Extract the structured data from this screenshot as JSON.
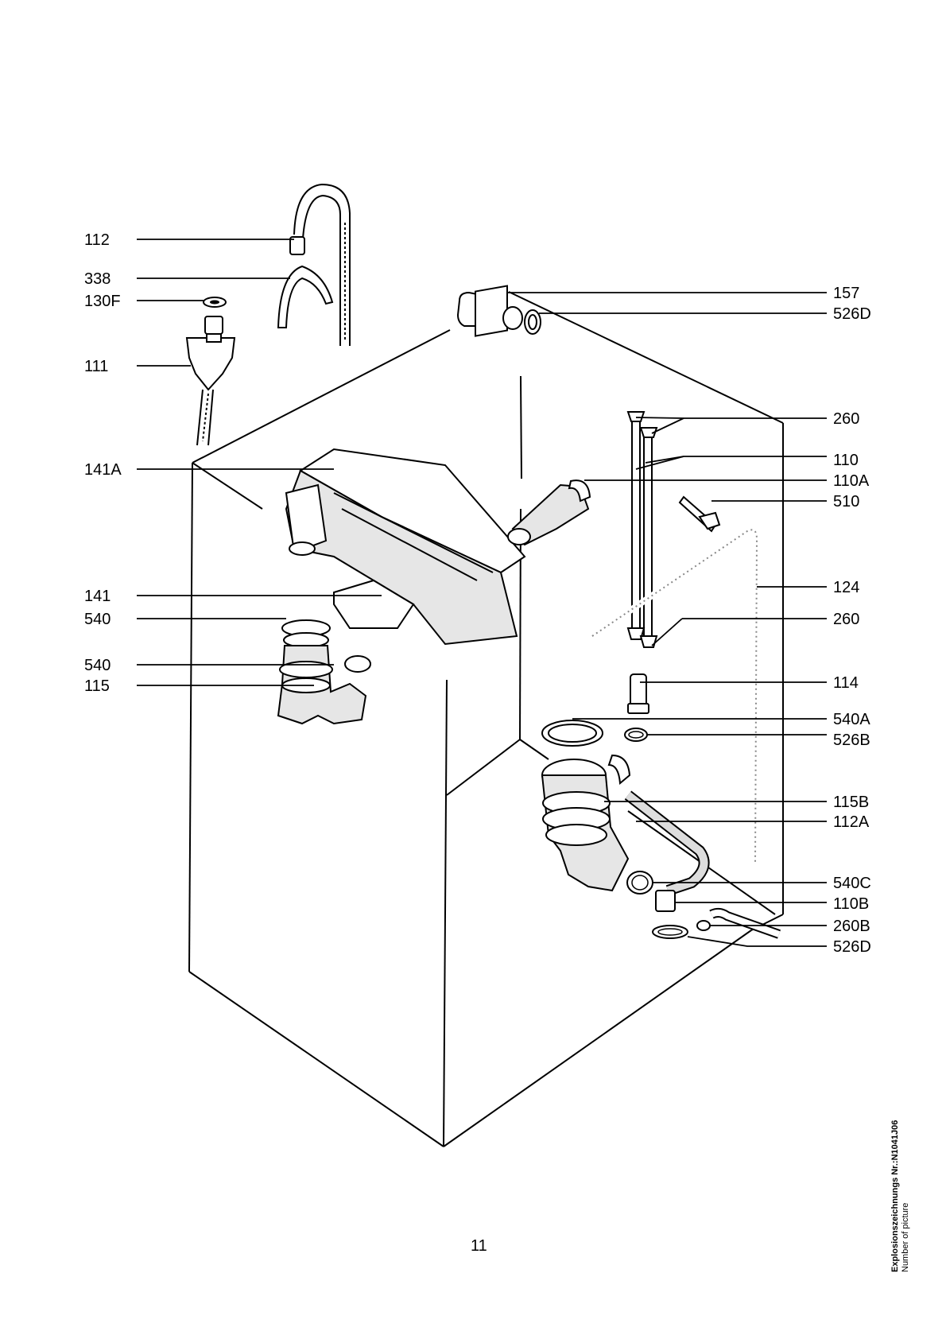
{
  "labels_left": [
    "112",
    "338",
    "130F",
    "111",
    "141A",
    "141",
    "540",
    "540",
    "115"
  ],
  "labels_right": [
    "157",
    "526D",
    "260",
    "110",
    "110A",
    "510",
    "124",
    "260",
    "114",
    "540A",
    "526B",
    "115B",
    "112A",
    "540C",
    "110B",
    "260B",
    "526D"
  ],
  "page_number": "11",
  "side_note": {
    "line1": "Explosionszeichnungs  Nr.:N1041J06",
    "line2": "Number of picture"
  }
}
